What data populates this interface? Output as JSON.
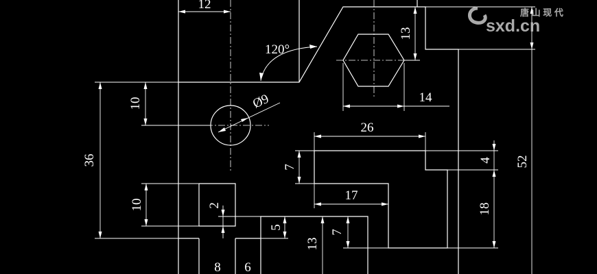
{
  "drawing": {
    "dims": {
      "d12": "12",
      "d120": "120°",
      "d13a": "13",
      "d10a": "10",
      "d9": "Ø9",
      "d14": "14",
      "d36": "36",
      "d26": "26",
      "d7a": "7",
      "d4": "4",
      "d52": "52",
      "d10b": "10",
      "d2": "2",
      "d17": "17",
      "d18": "18",
      "d5": "5",
      "d13b": "13",
      "d7b": "7",
      "d8": "8",
      "d6": "6"
    }
  },
  "watermark": {
    "brand": "sxd.cn",
    "cn": "唐 山 现 代"
  },
  "colors": {
    "background": "#000000",
    "lines": "#ffffff",
    "watermark": "#c8c8c8"
  }
}
